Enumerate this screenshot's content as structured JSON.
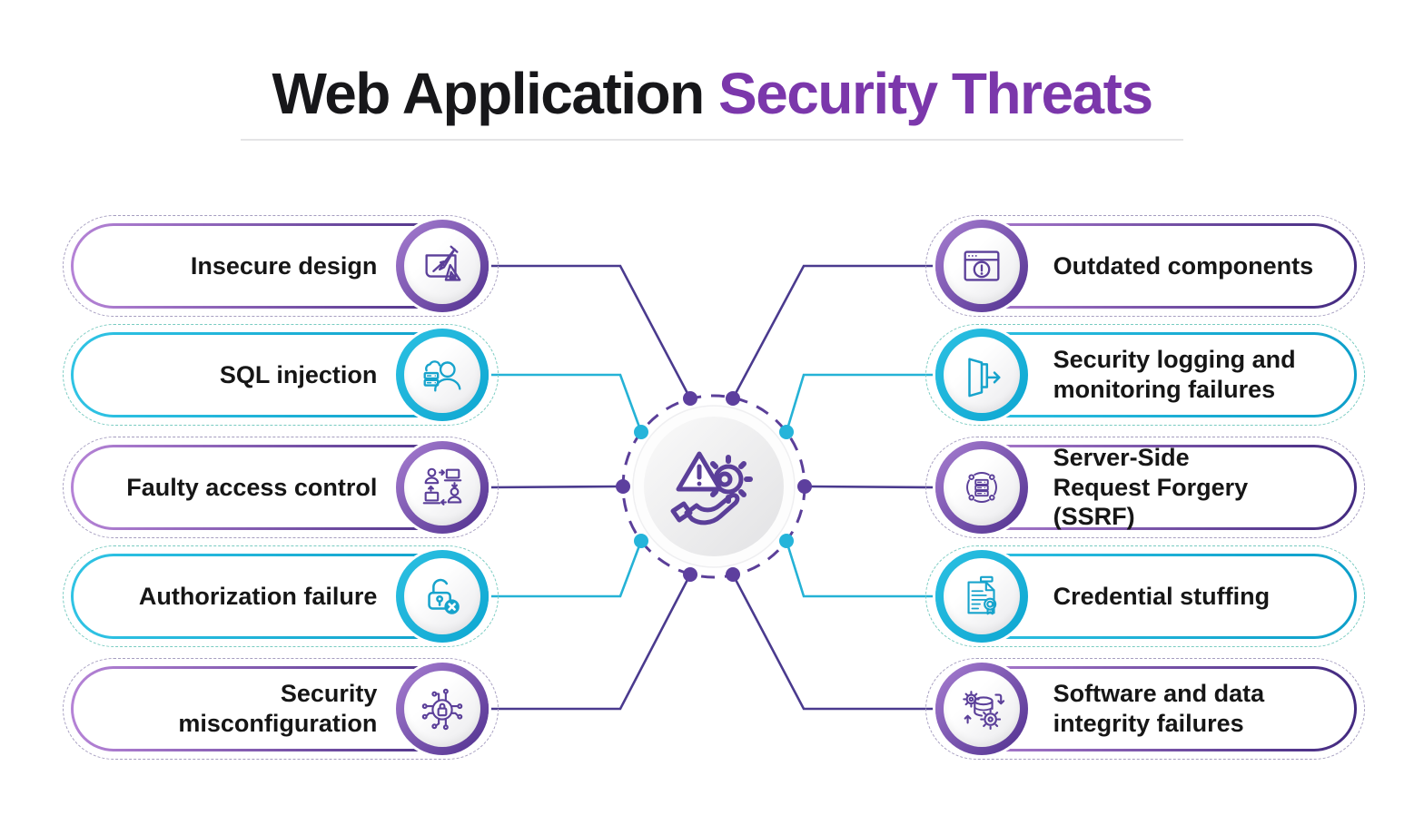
{
  "title": {
    "part1": "Web Application",
    "part2": "Security Threats"
  },
  "center": {
    "icon": "hand-warning-gear-icon"
  },
  "threats": {
    "left": [
      {
        "label": "Insecure design",
        "theme": "purple",
        "icon": "blueprint-pencil-icon"
      },
      {
        "label": "SQL injection",
        "theme": "cyan",
        "icon": "hacker-database-icon"
      },
      {
        "label": "Faulty access control",
        "theme": "purple",
        "icon": "users-network-icon"
      },
      {
        "label": "Authorization failure",
        "theme": "cyan",
        "icon": "unlocked-padlock-x-icon"
      },
      {
        "label": "Security misconfiguration",
        "theme": "purple",
        "icon": "circuit-lock-icon"
      }
    ],
    "right": [
      {
        "label": "Outdated components",
        "theme": "purple",
        "icon": "browser-warning-icon"
      },
      {
        "label": "Security logging and\nmonitoring failures",
        "theme": "cyan",
        "icon": "door-exit-arrow-icon"
      },
      {
        "label": "Server-Side\nRequest Forgery (SSRF)",
        "theme": "purple",
        "icon": "server-sync-icon"
      },
      {
        "label": "Credential stuffing",
        "theme": "cyan",
        "icon": "certificate-seal-icon"
      },
      {
        "label": "Software and data\nintegrity failures",
        "theme": "purple",
        "icon": "gears-database-sync-icon"
      }
    ]
  },
  "colors": {
    "accent_purple": "#7b37ab",
    "line_purple": "#4a3a8e",
    "line_cyan": "#25b2d6",
    "dash_purple": "#a69ec0",
    "dash_cyan": "#79cbc1",
    "icon_purple": "#5b3f99",
    "icon_cyan": "#17a3cc",
    "dot_purple": "#5d3f9e",
    "dot_cyan": "#25b4da",
    "text_dark": "#161616"
  }
}
